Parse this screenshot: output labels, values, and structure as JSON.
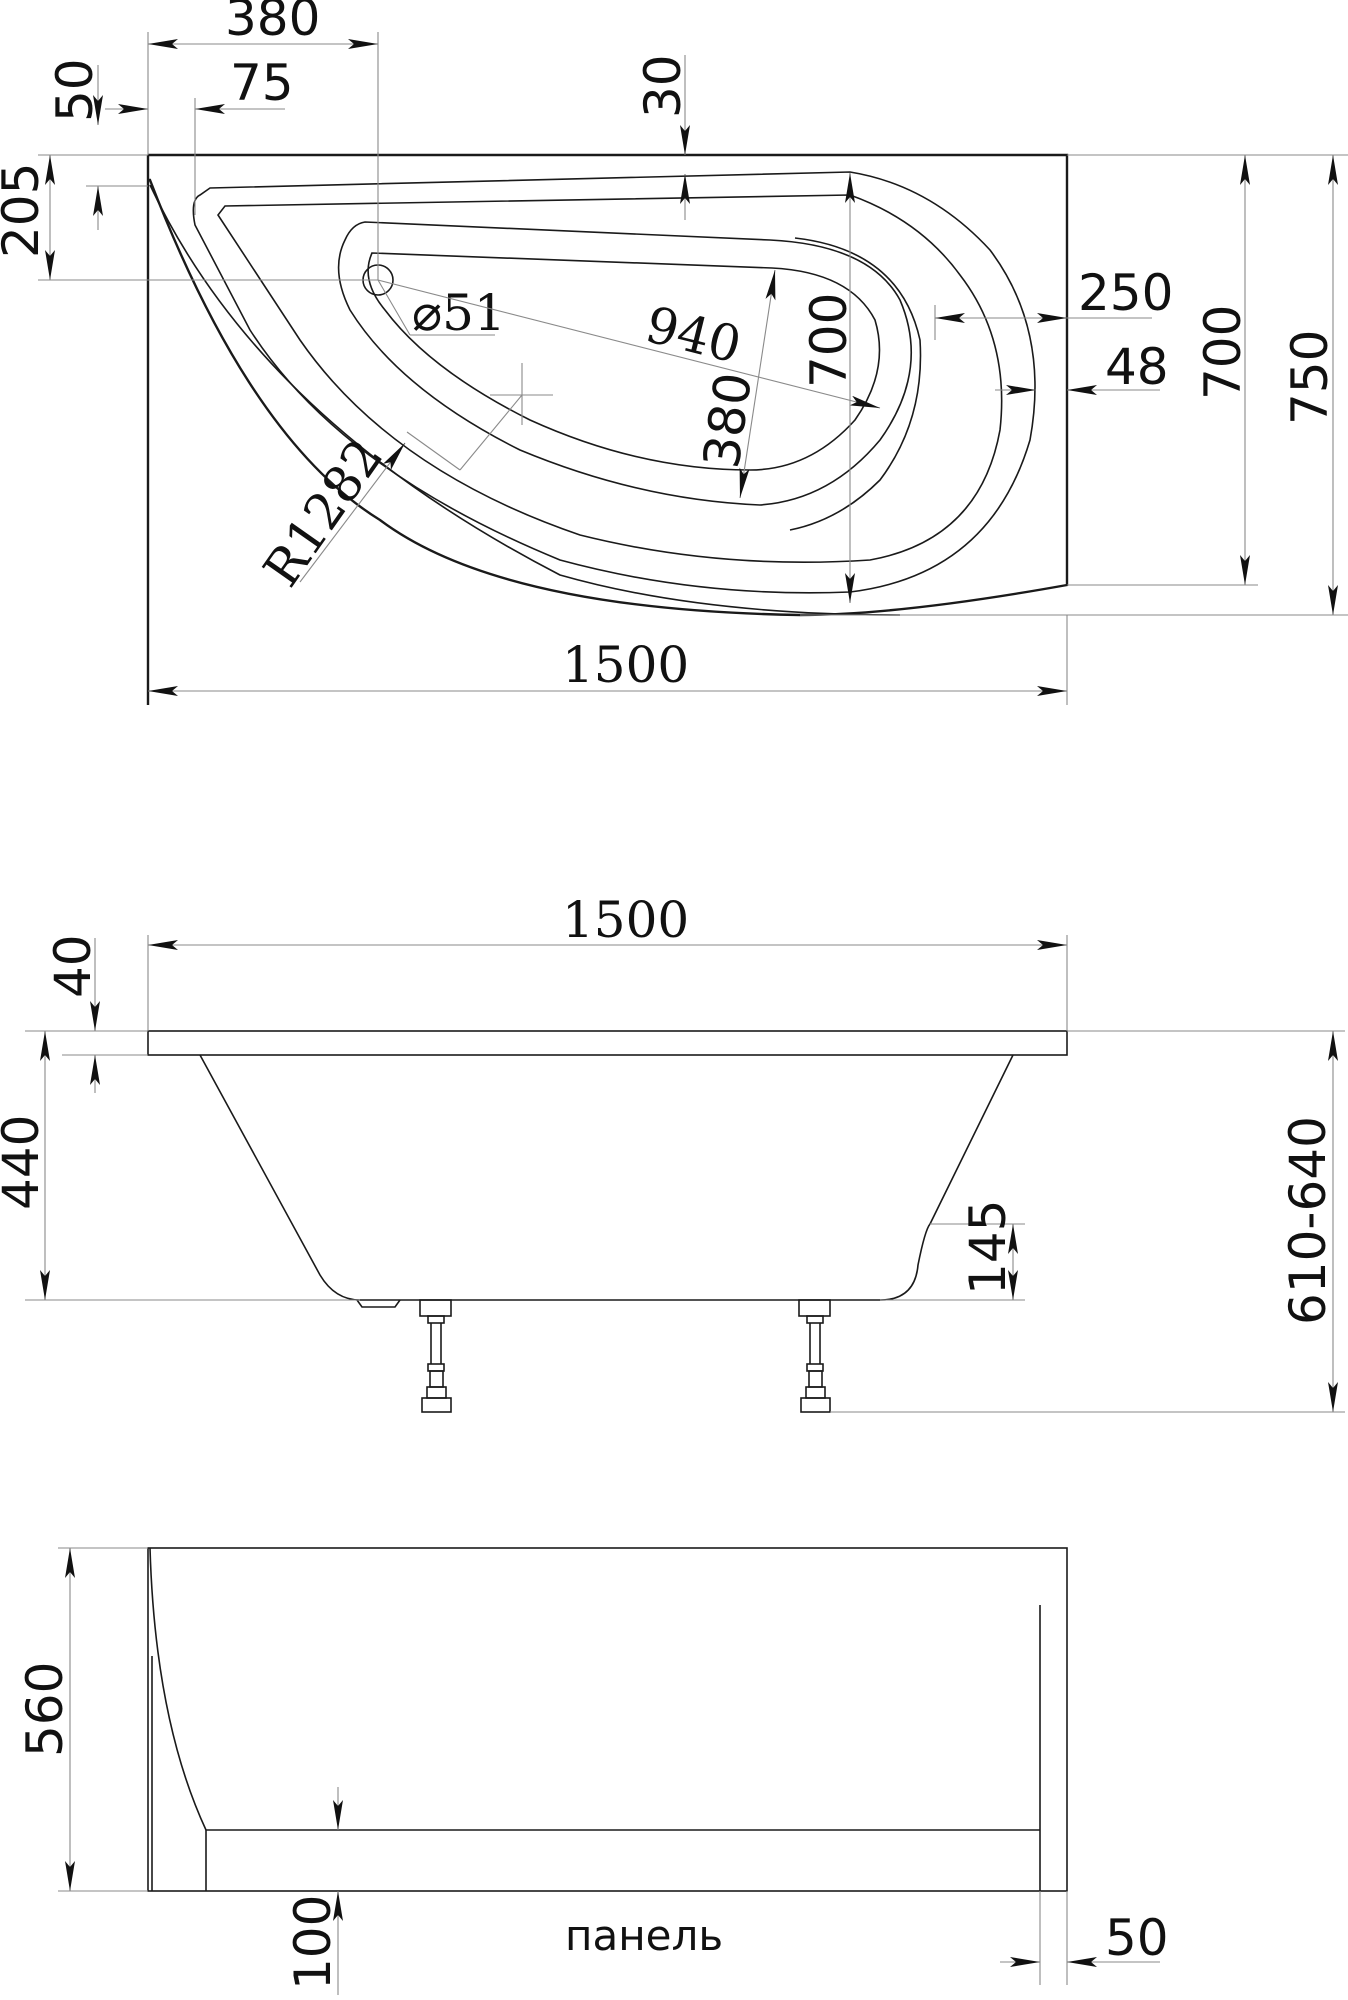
{
  "drawing": {
    "subject": "corner bathtub technical dimension drawing",
    "top_view": {
      "dim_overall_length": "1500",
      "dim_overall_width": "750",
      "dim_rim_width": "700",
      "dim_drain_offset_x": "380",
      "dim_inner_offset_x": "75",
      "dim_corner_offset_y": "50",
      "dim_drain_offset_y": "205",
      "dim_rim_top": "30",
      "dim_drain_diameter": "⌀51",
      "dim_basin_length": "940",
      "dim_basin_width_inner": "380",
      "dim_basin_width": "700",
      "dim_right_rim": "250",
      "dim_right_wall": "48",
      "dim_front_radius": "R1282"
    },
    "front_view": {
      "dim_length": "1500",
      "dim_rim_thickness": "40",
      "dim_body_height": "440",
      "dim_step_height": "145",
      "dim_total_height": "610-640"
    },
    "panel_view": {
      "dim_panel_height": "560",
      "dim_plinth_height": "100",
      "dim_panel_offset": "50",
      "caption": "панель"
    }
  }
}
